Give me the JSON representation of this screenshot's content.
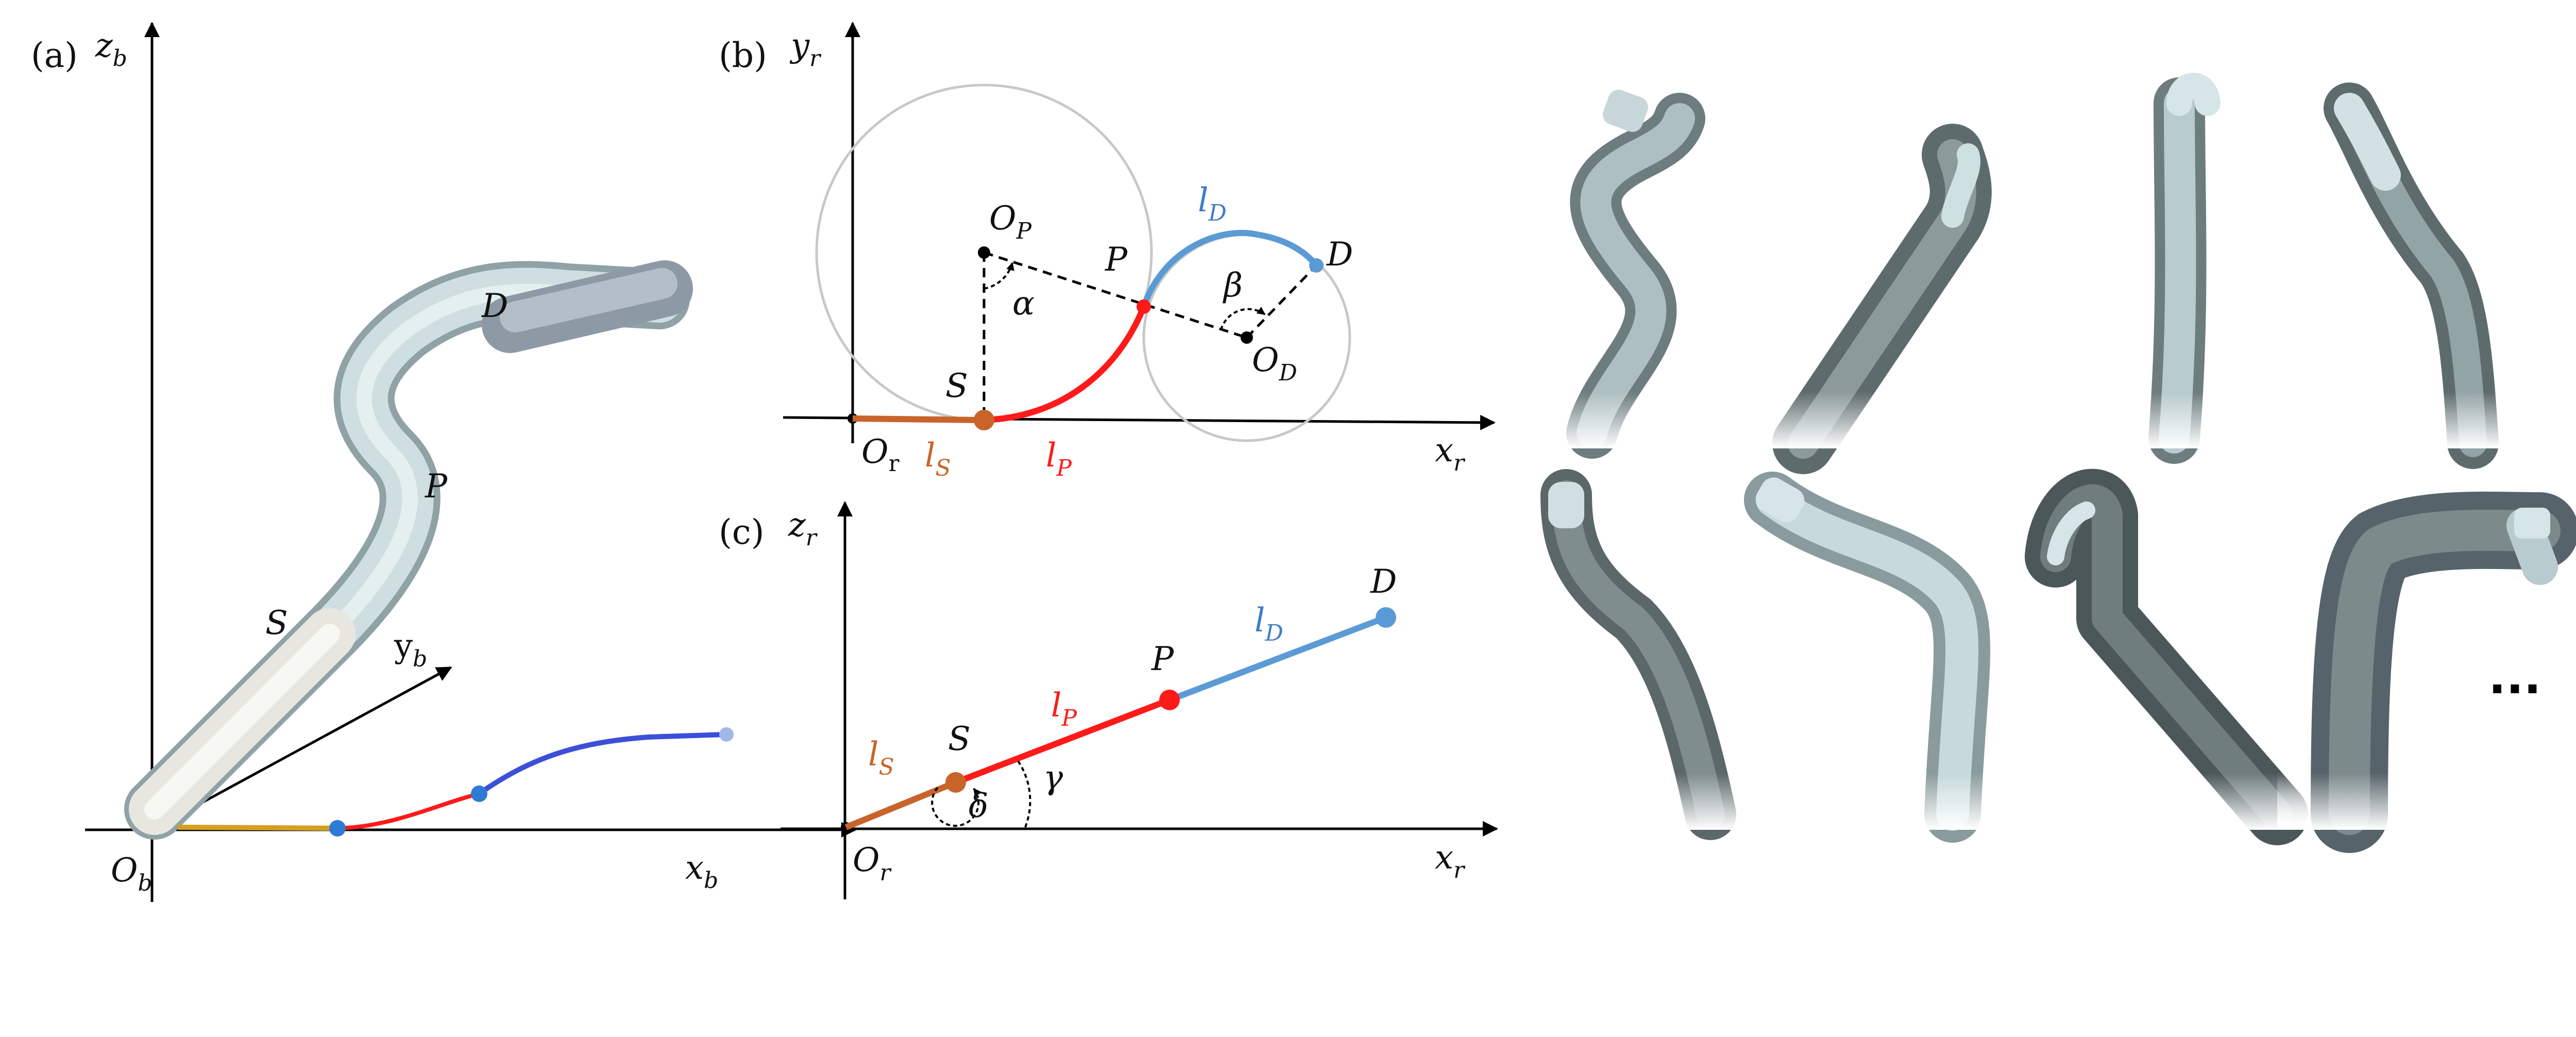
{
  "colors": {
    "straight": "#c8642a",
    "proximal": "#ff1a1a",
    "distal": "#5b9bd5",
    "distal_a": "#3b4fd8",
    "tube_light": "#c9dcdf",
    "tube_dark": "#5e6b6d"
  },
  "panel_a": {
    "tag": "(a)",
    "z_axis": "z",
    "z_sub": "b",
    "x_axis": "x",
    "x_sub": "b",
    "y_axis": "y",
    "y_sub": "b",
    "origin": "O",
    "origin_sub": "b",
    "label_d": "D",
    "label_p": "P",
    "label_s": "S"
  },
  "panel_b": {
    "tag": "(b)",
    "y_axis": "y",
    "y_sub": "r",
    "x_axis": "x",
    "x_sub": "r",
    "origin": "O",
    "origin_sub": "r",
    "center_p": "O",
    "center_p_sub": "P",
    "center_d": "O",
    "center_d_sub": "D",
    "label_p": "P",
    "label_d": "D",
    "label_s": "S",
    "angle_alpha": "α",
    "angle_beta": "β",
    "len_s": "l",
    "len_s_sub": "S",
    "len_p": "l",
    "len_p_sub": "P",
    "len_d": "l",
    "len_d_sub": "D"
  },
  "panel_c": {
    "tag": "(c)",
    "z_axis": "z",
    "z_sub": "r",
    "x_axis": "x",
    "x_sub": "r",
    "origin": "O",
    "origin_sub": "r",
    "label_s": "S",
    "label_p": "P",
    "label_d": "D",
    "angle_delta": "δ",
    "angle_gamma": "γ",
    "len_s": "l",
    "len_s_sub": "S",
    "len_p": "l",
    "len_p_sub": "P",
    "len_d": "l",
    "len_d_sub": "D"
  },
  "gallery": {
    "ellipsis": "..."
  }
}
